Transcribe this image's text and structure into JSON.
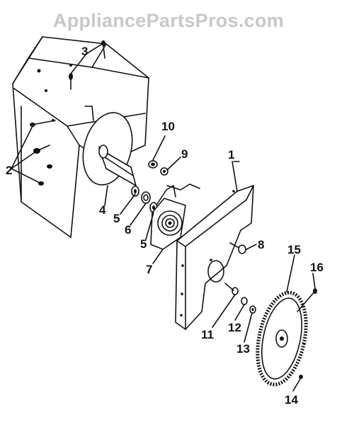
{
  "watermark": "AppliancePartsPros.com",
  "callouts": {
    "c1": "1",
    "c2": "2",
    "c3": "3",
    "c4": "4",
    "c5a": "5",
    "c5b": "5",
    "c6": "6",
    "c7": "7",
    "c8": "8",
    "c9": "9",
    "c10": "10",
    "c11": "11",
    "c12": "12",
    "c13": "13",
    "c14": "14",
    "c15": "15",
    "c16": "16"
  },
  "colors": {
    "ink": "#111111",
    "watermark": "#c8c8c8",
    "background": "#ffffff"
  }
}
